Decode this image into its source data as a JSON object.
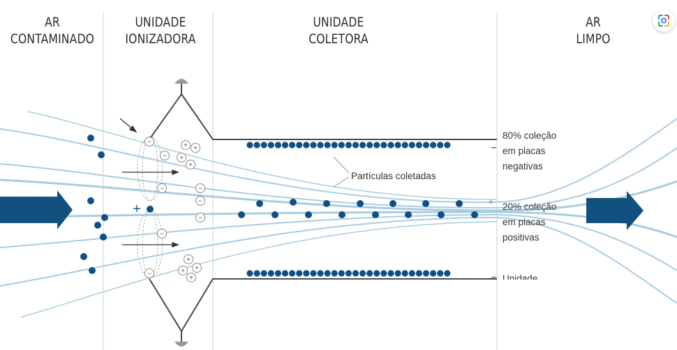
{
  "columns": {
    "contaminated": [
      "AR",
      "CONTAMINADO"
    ],
    "ionizer": [
      "UNIDADE",
      "IONIZADORA"
    ],
    "collector": [
      "UNIDADE",
      "COLETORA"
    ],
    "clean": [
      "AR",
      "LIMPO"
    ]
  },
  "labels": {
    "collected_particles": "Partículas coletadas",
    "negative_plates": [
      "80% coleção",
      "em placas",
      "negativas"
    ],
    "positive_plates": [
      "20% coleção",
      "em placas",
      "positivas"
    ],
    "unit_cut": "Unidade"
  },
  "symbols": {
    "plus": "+",
    "minus": "−"
  },
  "icons": {
    "inflow_arrow": "arrow-right-icon",
    "outflow_arrow": "arrow-right-icon",
    "corner": "google-lens-icon"
  },
  "colors": {
    "particle": "#0f4f86",
    "flow_arrow": "#12507f",
    "airflow": "#a8cde0",
    "plate": "#555555",
    "divider": "#cfcfcf"
  }
}
